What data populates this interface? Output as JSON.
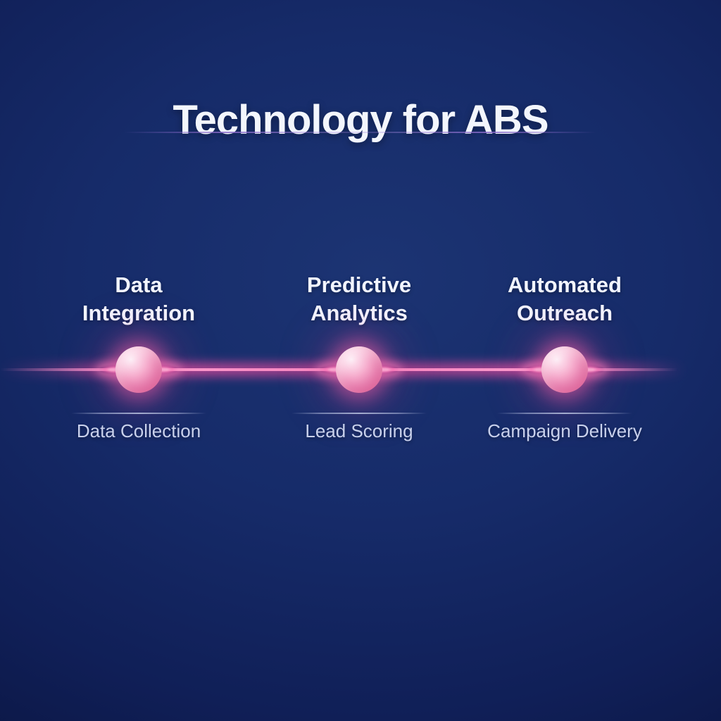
{
  "title": "Technology for ABS",
  "timeline": {
    "nodes": [
      {
        "label": "Data Integration",
        "sublabel": "Data Collection"
      },
      {
        "label": "Predictive Analytics",
        "sublabel": "Lead Scoring"
      },
      {
        "label": "Automated Outreach",
        "sublabel": "Campaign Delivery"
      }
    ]
  },
  "colors": {
    "background_navy": "#162b69",
    "accent_pink": "#f361a8",
    "line_pink": "#ffa6d5",
    "underline_purple": "#8769c8",
    "title_text": "#f3f6fd",
    "label_text": "#f2f5ff",
    "sublabel_text": "#c9d1ec"
  }
}
